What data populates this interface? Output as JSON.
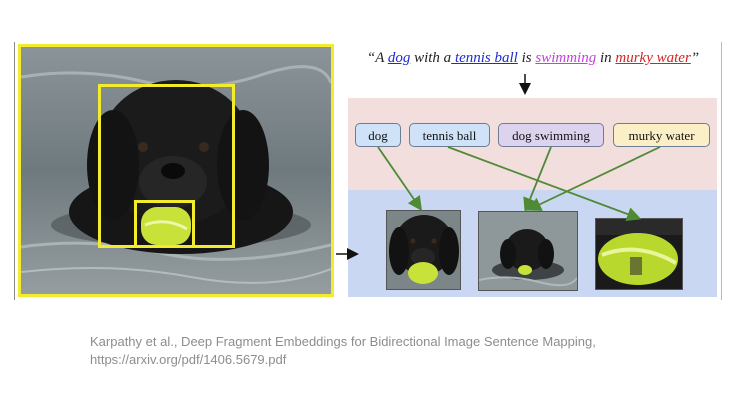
{
  "sentence": {
    "open_quote": "“A ",
    "dog": "dog",
    "with_a": " with a",
    "tennis_ball": " tennis ball",
    "is": " is ",
    "swimming": "swimming",
    "in": " in ",
    "murky_water": "murky water",
    "close_quote": "”"
  },
  "fragments": [
    {
      "label": "dog",
      "color": "#cfe2f7"
    },
    {
      "label": "tennis ball",
      "color": "#cfe2f7"
    },
    {
      "label": "dog swimming",
      "color": "#dcd4ee"
    },
    {
      "label": "murky water",
      "color": "#fbefc8"
    }
  ],
  "colors": {
    "box_yellow": "#f2ec2c",
    "arrow_green": "#4f8a35",
    "top_band": "#f3dede",
    "bottom_band": "#cad7f3"
  },
  "caption": {
    "line1": "Karpathy et al., Deep Fragment Embeddings for Bidirectional Image Sentence Mapping,",
    "line2": "https://arxiv.org/pdf/1406.5679.pdf"
  }
}
